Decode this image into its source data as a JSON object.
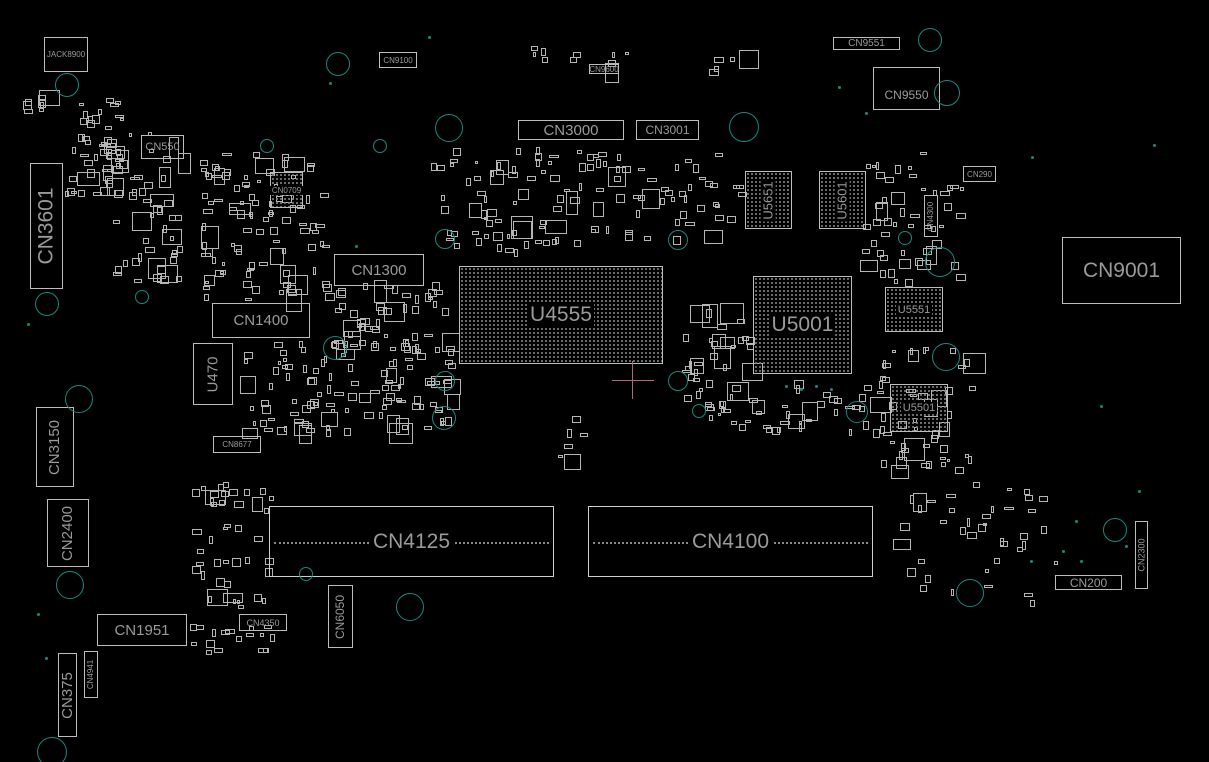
{
  "components": {
    "jack8900": "JACK8900",
    "cn9100": "CN9100",
    "cn550": "CN550",
    "cn3601": "CN3601",
    "cn0709": "CN0709",
    "cn1300": "CN1300",
    "cn1400": "CN1400",
    "u470": "U470",
    "cn3150": "CN3150",
    "cn2400": "CN2400",
    "cn1951": "CN1951",
    "cn375": "CN375",
    "cn4941": "CN4941",
    "cn4350": "CN4350",
    "cn6050": "CN6050",
    "cn8677": "CN8677",
    "cn4125": "CN4125",
    "cn4100": "CN4100",
    "u4555": "U4555",
    "cn3000": "CN3000",
    "cn3001": "CN3001",
    "cn9600": "CN9600",
    "cn9551": "CN9551",
    "cn9550": "CN9550",
    "u5651": "U5651",
    "u5601": "U5601",
    "u5001": "U5001",
    "u5551": "U5551",
    "u5501": "U5501",
    "cn9001": "CN9001",
    "cn290": "CN290",
    "cn4300": "CN4300",
    "cn200": "CN200",
    "cn2300": "CN2300"
  },
  "colors": {
    "background": "#000000",
    "outline": "#bdbdbd",
    "hole": "#178a7e",
    "cursor": "#b06a78"
  }
}
